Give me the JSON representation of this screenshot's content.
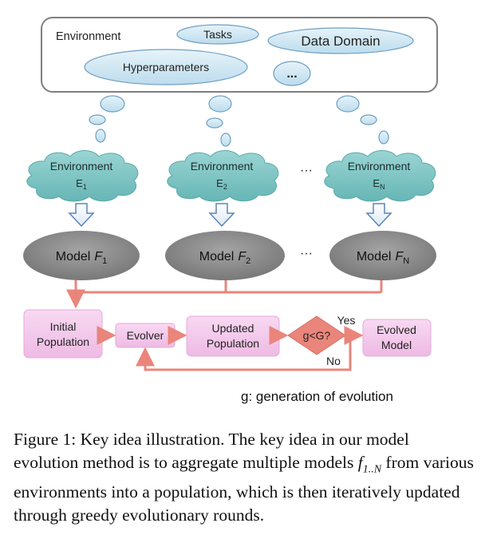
{
  "diagram": {
    "environment_box": {
      "label": "Environment",
      "items": {
        "tasks": "Tasks",
        "data_domain": "Data Domain",
        "hyperparameters": "Hyperparameters",
        "more": "..."
      }
    },
    "environments": [
      {
        "title": "Environment",
        "name": "E",
        "sub": "1"
      },
      {
        "title": "Environment",
        "name": "E",
        "sub": "2"
      },
      {
        "title": "Environment",
        "name": "E",
        "sub": "N"
      }
    ],
    "env_ellipsis": "···",
    "models": [
      {
        "prefix": "Model",
        "var": "F",
        "sub": "1"
      },
      {
        "prefix": "Model",
        "var": "F",
        "sub": "2"
      },
      {
        "prefix": "Model",
        "var": "F",
        "sub": "N"
      }
    ],
    "model_ellipsis": "···",
    "flow": {
      "initial_line1": "Initial",
      "initial_line2": "Population",
      "evolver": "Evolver",
      "updated_line1": "Updated",
      "updated_line2": "Population",
      "condition": "g<G?",
      "yes": "Yes",
      "no": "No",
      "evolved_line1": "Evolved",
      "evolved_line2": "Model"
    },
    "legend": "g: generation of evolution",
    "colors": {
      "cloud": "#7fc6c5",
      "ellipse": "#cfe7f2",
      "model": "#8e8e8e",
      "box": "#f3c9ec",
      "arrow": "#ea857b",
      "diamond": "#ea857b"
    }
  },
  "caption": {
    "label": "Figure 1:",
    "sentence1": "Key idea illustration.",
    "text_before_math": "The key idea in our model evolution method is to aggregate multiple models",
    "math_var": "f",
    "math_sub": "1..N",
    "text_after_math": "from various environments into a population, which is then iteratively updated through greedy evolutionary rounds."
  }
}
